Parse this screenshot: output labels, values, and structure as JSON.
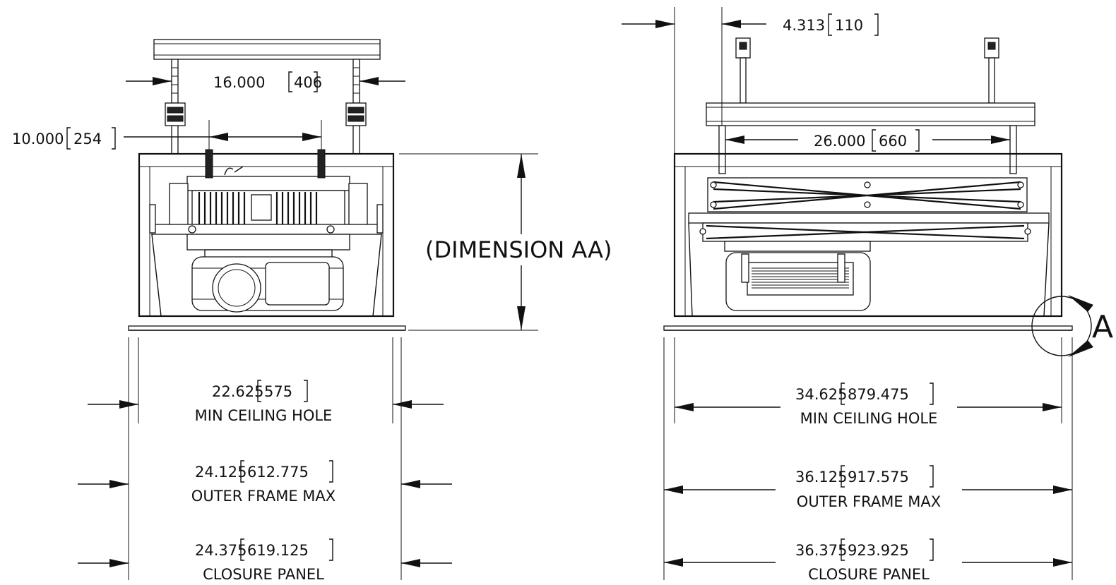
{
  "left_view": {
    "top_inner_spacing": "16.000",
    "top_inner_spacing_mm": "406",
    "rod_spacing": "10.000",
    "rod_spacing_mm": "254",
    "height_label": "(DIMENSION AA)",
    "min_hole": {
      "value": "22.625",
      "mm": "575",
      "label": "MIN CEILING HOLE"
    },
    "outer_frame": {
      "value": "24.125",
      "mm": "612.775",
      "label": "OUTER FRAME MAX"
    },
    "closure": {
      "value": "24.375",
      "mm": "619.125",
      "label": "CLOSURE PANEL"
    }
  },
  "right_view": {
    "offset": "4.313",
    "offset_mm": "110",
    "rod_spacing": "26.000",
    "rod_spacing_mm": "660",
    "detail_callout": "A",
    "min_hole": {
      "value": "34.625",
      "mm": "879.475",
      "label": "MIN CEILING HOLE"
    },
    "outer_frame": {
      "value": "36.125",
      "mm": "917.575",
      "label": "OUTER FRAME MAX"
    },
    "closure": {
      "value": "36.375",
      "mm": "923.925",
      "label": "CLOSURE PANEL"
    }
  }
}
